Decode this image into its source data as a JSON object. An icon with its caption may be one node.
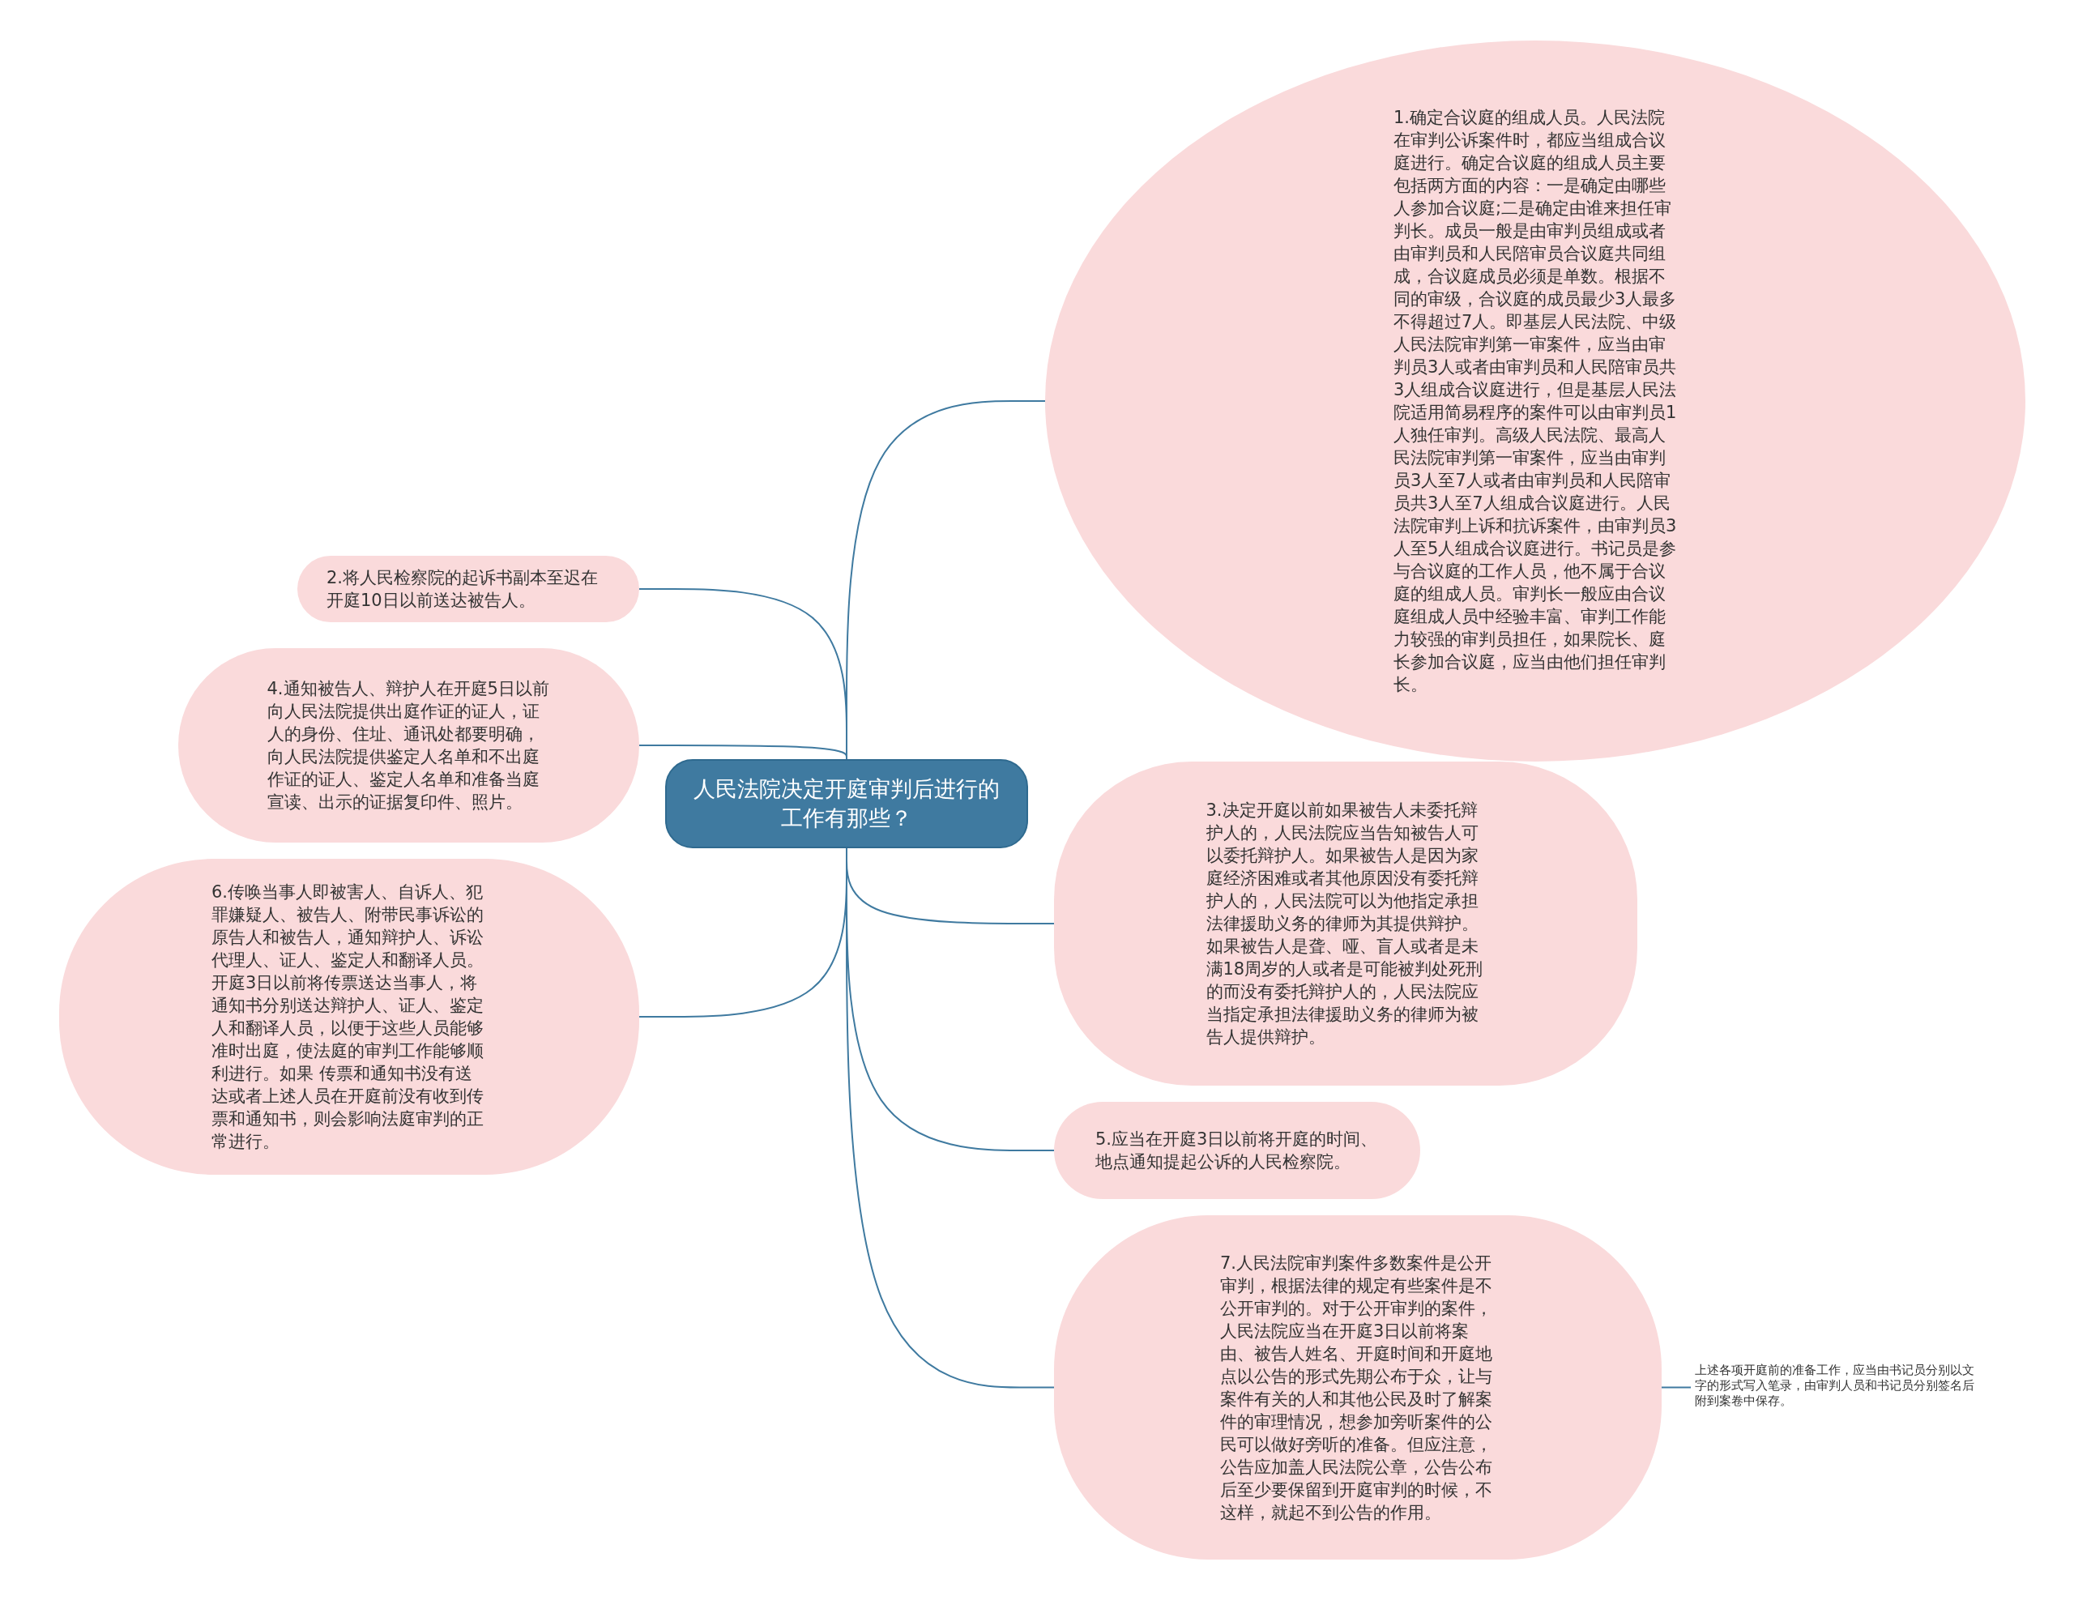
{
  "diagram": {
    "nodes": [
      {
        "text": [
          "人民法院决定开庭审判后进行的工作有那些？"
        ]
      },
      {
        "text": [
          "1.确定合议庭的组成人员。人民法院在审判公诉案件时，都应当组成合议庭进行。确定合议庭的组成人员主要包括两方面的内容：一是确定由哪些人参加合议庭;二是确定由谁来担任审判长。成员一般是由审判员组成或者由审判员和人民陪审员合议庭共同组成，合议庭成员必须是单数。根据不同的审级，合议庭的成员最少3人最多不得超过7人。即基层人民法院、中级人民法院审判第一审案件，应当由审判员3人或者由审判员和人民陪审员共3人组成合议庭进行，但是基层人民法院适用简易程序的案件可以由审判员1人独任审判。高级人民法院、最高人民法院审判第一审案件，应当由审判员3人至7人或者由审判员和人民陪审员共3人至7人组成合议庭进行。人民法院审判上诉和抗诉案件，由审判员3人至5人组成合议庭进行。书记员是参与合议庭的工作人员，他不属于合议庭的组成人员。审判长一般应由合议庭组成人员中经验丰富、审判工作能力较强的审判员担任，如果院长、庭长参加合议庭，应当由他们担任审判长。"
        ]
      },
      {
        "text": [
          "2.将人民检察院的起诉书副本至迟在开庭10日以前送达被告人。"
        ]
      },
      {
        "text": [
          "3.决定开庭以前如果被告人未委托辩护人的，人民法院应当告知被告人可以委托辩护人。如果被告人是因为家庭经济困难或者其他原因没有委托辩护人的，人民法院可以为他指定承担法律援助义务的律师为其提供辩护。如果被告人是聋、哑、盲人或者是未满18周岁的人或者是可能被判处死刑的而没有委托辩护人的，人民法院应当指定承担法律援助义务的律师为被告人提供辩护。"
        ]
      },
      {
        "text": [
          "4.通知被告人、辩护人在开庭5日以前向人民法院提供出庭作证的证人，证人的身份、住址、通讯处都要明确，向人民法院提供鉴定人名单和不出庭作证的证人、鉴定人名单和准备当庭宣读、出示的证据复印件、照片。"
        ]
      },
      {
        "text": [
          "5.应当在开庭3日以前将开庭的时间、地点通知提起公诉的人民检察院。"
        ]
      },
      {
        "text": [
          "6.传唤当事人即被害人、自诉人、犯罪嫌疑人、被告人、附带民事诉讼的原告人和被告人，通知辩护人、诉讼代理人、证人、鉴定人和翻译人员。开庭3日以前将传票送达当事人，将通知书分别送达辩护人、证人、鉴定人和翻译人员，以便于这些人员能够准时出庭，使法庭的审判工作能够顺利进行。如果 传票和通知书没有送达或者上述人员在开庭前没有收到传票和通知书，则会影响法庭审判的正常进行。"
        ]
      },
      {
        "text": [
          "7.人民法院审判案件多数案件是公开审判，根据法律的规定有些案件是不公开审判的。对于公开审判的案件，人民法院应当在开庭3日以前将案由、被告人姓名、开庭时间和开庭地点以公告的形式先期公布于众，让与案件有关的人和其他公民及时了解案件的审理情况，想参加旁听案件的公民可以做好旁听的准备。但应注意，公告应加盖人民法院公章，公告公布后至少要保留到开庭审判的时候，不这样，就起不到公告的作用。"
        ]
      },
      {
        "text": [
          "上述各项开庭前的准备工作，应当由书记员分别以文字的形式写入笔录，由审判人员和书记员分别签名后附到案卷中保存。"
        ]
      }
    ],
    "edges": [
      {
        "from": 0,
        "to": 1,
        "arrow": "none"
      },
      {
        "from": 0,
        "to": 2,
        "arrow": "none"
      },
      {
        "from": 0,
        "to": 3,
        "arrow": "none"
      },
      {
        "from": 0,
        "to": 4,
        "arrow": "none"
      },
      {
        "from": 0,
        "to": 5,
        "arrow": "none"
      },
      {
        "from": 0,
        "to": 6,
        "arrow": "none"
      },
      {
        "from": 0,
        "to": 7,
        "arrow": "none"
      },
      {
        "from": 7,
        "to": 8,
        "arrow": "none"
      }
    ]
  }
}
